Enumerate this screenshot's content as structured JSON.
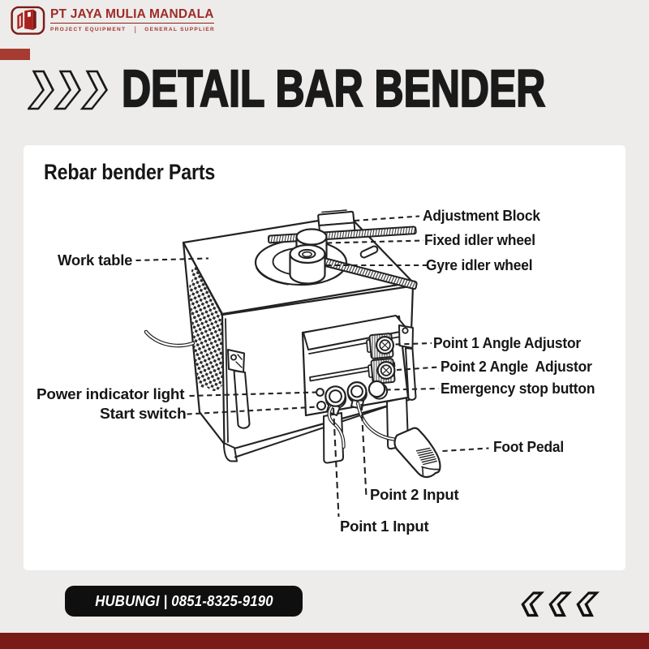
{
  "brand": {
    "name": "PT JAYA MULIA MANDALA",
    "tagline": {
      "left": "PROJECT EQUIPMENT",
      "separator": "|",
      "right": "GENERAL SUPPLIER"
    }
  },
  "header": {
    "title": "DETAIL BAR BENDER"
  },
  "diagram": {
    "title": "Rebar bender Parts",
    "labels": {
      "work_table": "Work table",
      "adjustment_block": "Adjustment Block",
      "fixed_idler_wheel": "Fixed idler wheel",
      "gyre_idler_wheel": "Gyre idler wheel",
      "point1_angle_adjustor": "Point 1 Angle Adjustor",
      "point2_angle_adjustor": "Point 2 Angle  Adjustor",
      "emergency_stop_button": "Emergency stop button",
      "power_indicator_light": "Power indicator light",
      "start_switch": "Start switch",
      "foot_pedal": "Foot Pedal",
      "point2_input": "Point 2 Input",
      "point1_input": "Point 1 Input"
    }
  },
  "footer": {
    "contact": "HUBUNGI | 0851-8325-9190"
  },
  "colors": {
    "background": "#edecea",
    "card": "#ffffff",
    "ink": "#1a1a1a",
    "brand_red": "#9e2b28",
    "accent_bar": "#a63b32",
    "bottom_bar": "#7e1c18",
    "pill": "#0f0f0f"
  }
}
